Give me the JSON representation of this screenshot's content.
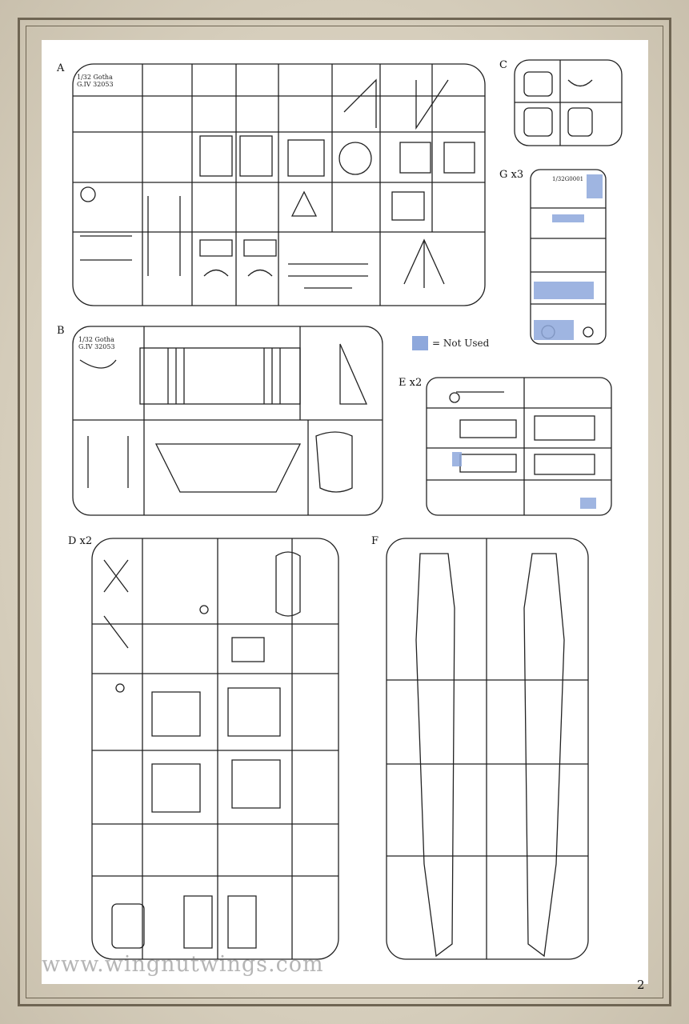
{
  "sprues": [
    {
      "id": "A",
      "label": "A"
    },
    {
      "id": "B",
      "label": "B"
    },
    {
      "id": "C",
      "label": "C"
    },
    {
      "id": "G",
      "label": "G x3"
    },
    {
      "id": "E",
      "label": "E x2"
    },
    {
      "id": "D",
      "label": "D x2"
    },
    {
      "id": "F",
      "label": "F"
    }
  ],
  "legend": {
    "text": "= Not Used",
    "color": "#8ea8dc"
  },
  "watermark": {
    "text": "www.wingnutwings.com"
  },
  "page_number": "2",
  "sprue_tags": {
    "A": "1/32 Gotha G.IV 32053",
    "B": "1/32 Gotha G.IV 32053",
    "G": "1/32G0001"
  }
}
